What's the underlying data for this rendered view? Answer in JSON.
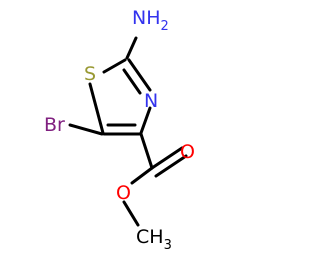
{
  "molecule": {
    "atoms": {
      "amine": {
        "label": "NH",
        "subscript": "2"
      },
      "sulfur": {
        "label": "S"
      },
      "ring_nitrogen": {
        "label": "N"
      },
      "bromine": {
        "label": "Br"
      },
      "carbonyl_oxygen": {
        "label": "O"
      },
      "ester_oxygen": {
        "label": "O"
      },
      "methyl": {
        "label": "CH",
        "subscript": "3"
      }
    }
  },
  "colors": {
    "bond": "#000000",
    "nitrogen": "#3333ee",
    "sulfur": "#999933",
    "bromine": "#802080",
    "oxygen": "#ff0000",
    "carbon": "#000000"
  }
}
